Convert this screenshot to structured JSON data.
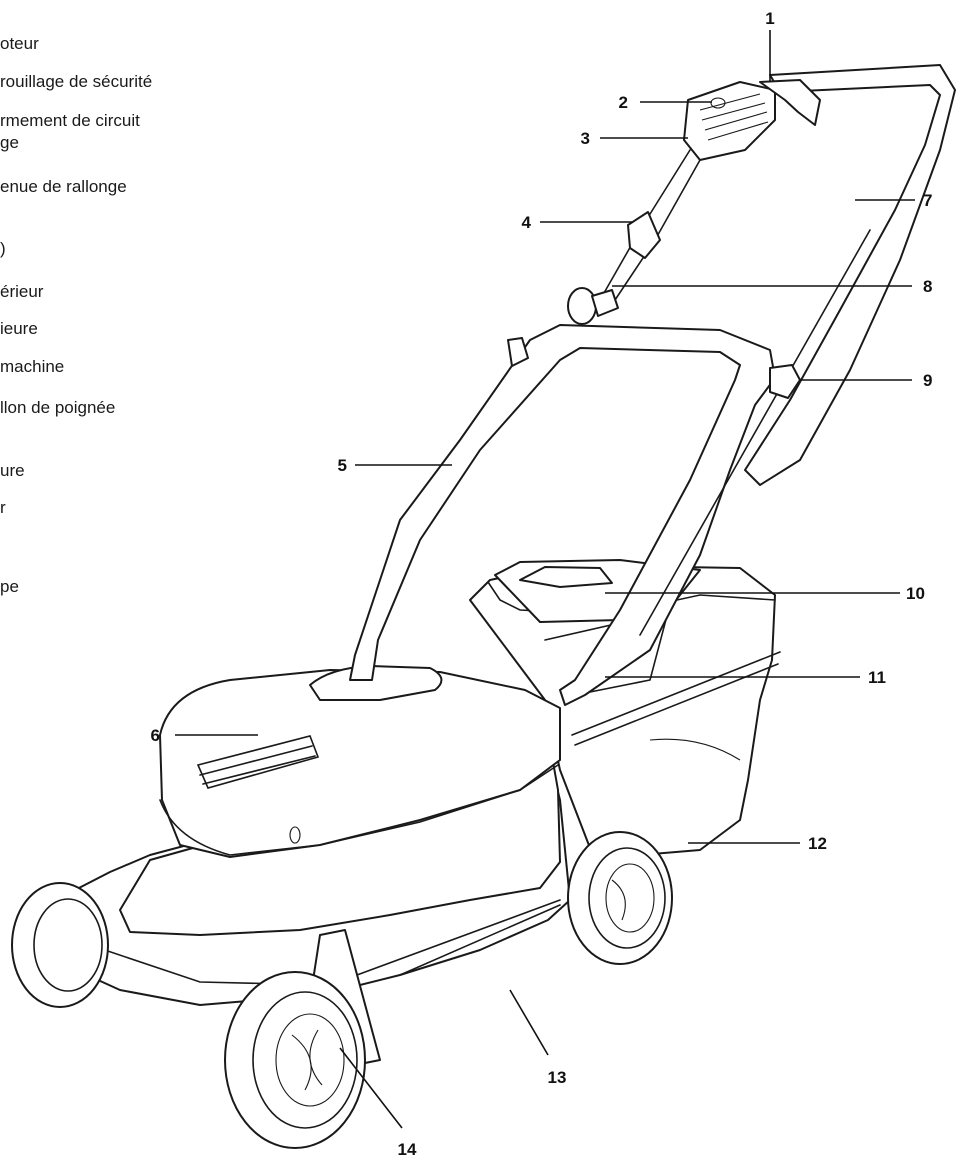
{
  "legend": [
    "oteur",
    "rouillage de sécurité",
    "rmement de circuit\nge",
    "enue de rallonge",
    ")",
    "érieur",
    "ieure",
    "machine",
    "llon de poignée",
    "ure",
    "r",
    "pe"
  ],
  "callouts": [
    "1",
    "2",
    "3",
    "4",
    "5",
    "6",
    "7",
    "8",
    "9",
    "10",
    "11",
    "12",
    "13",
    "14"
  ],
  "colors": {
    "ink": "#1a1a1a",
    "background": "#ffffff"
  }
}
